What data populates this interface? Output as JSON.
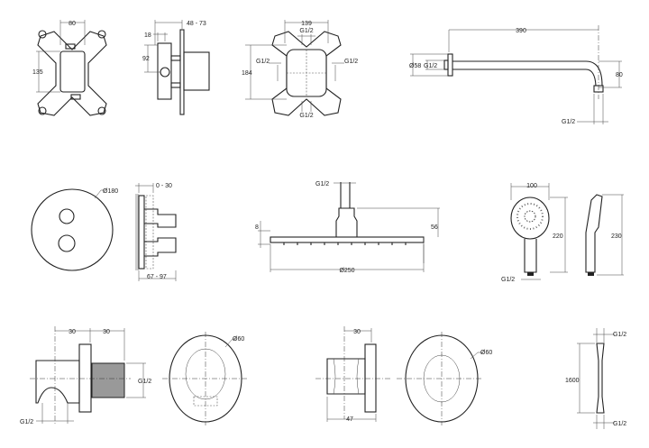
{
  "box_front": {
    "width": "80",
    "height": "135"
  },
  "box_side": {
    "depth": "48 - 73",
    "offset": "18",
    "height": "92"
  },
  "box_rear": {
    "width": "139",
    "height": "184",
    "port_top": "G1/2",
    "port_left": "G1/2",
    "port_right": "G1/2",
    "port_bottom": "G1/2"
  },
  "shower_arm": {
    "length": "390",
    "flange_dia": "Ø58",
    "inlet": "G1/2",
    "drop": "80",
    "outlet": "G1/2"
  },
  "thermostat_front": {
    "diameter": "Ø180"
  },
  "thermostat_side": {
    "adjust": "0 - 30",
    "depth": "67 - 97"
  },
  "rain_shower": {
    "inlet": "G1/2",
    "thickness": "8",
    "height": "56",
    "diameter": "Ø250"
  },
  "hand_shower_front": {
    "width": "100",
    "length": "220",
    "connection": "G1/2"
  },
  "hand_shower_side": {
    "length": "230"
  },
  "wall_outlet_side": {
    "dim_a": "30",
    "dim_b": "30",
    "thread": "G1/2",
    "outlet": "G1/2"
  },
  "wall_outlet_front": {
    "diameter": "Ø60"
  },
  "stop_valve_side": {
    "dim_a": "30",
    "depth": "47"
  },
  "stop_valve_front": {
    "diameter": "Ø60"
  },
  "hose": {
    "end_top": "G1/2",
    "length": "1600",
    "end_bottom": "G1/2"
  }
}
